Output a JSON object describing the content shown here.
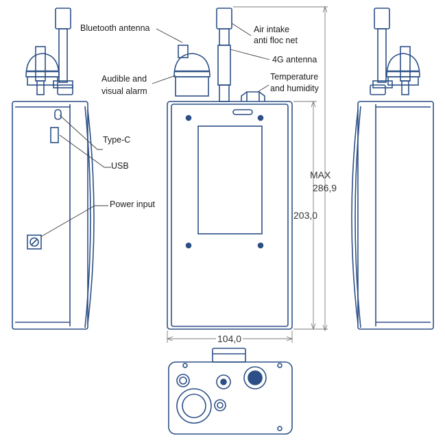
{
  "labels": {
    "bluetooth_antenna": "Bluetooth antenna",
    "air_intake": "Air intake",
    "anti_floc_net": "anti floc net",
    "antenna_4g": "4G antenna",
    "audible_alarm_1": "Audible and",
    "audible_alarm_2": "visual alarm",
    "temperature_1": "Temperature",
    "temperature_2": "and humidity",
    "type_c": "Type-C",
    "usb": "USB",
    "power_input": "Power input"
  },
  "dimensions": {
    "max_label": "MAX",
    "max_value": "286,9",
    "height": "203,0",
    "width": "104,0"
  },
  "colors": {
    "stroke": "#2b4f86",
    "dim_line": "#7a7a7a",
    "leader": "#3a3a3a"
  }
}
